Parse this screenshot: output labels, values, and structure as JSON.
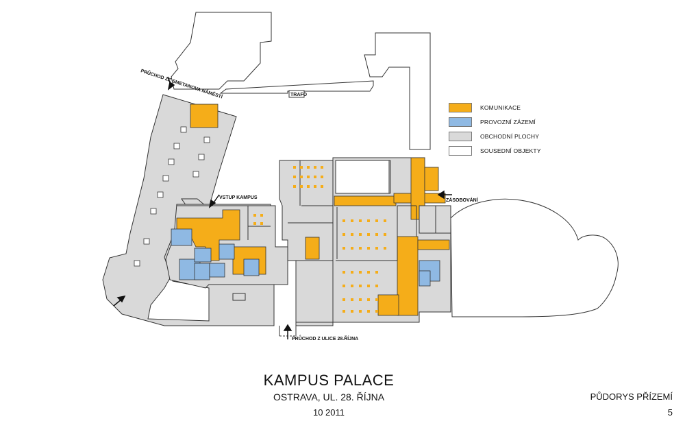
{
  "colors": {
    "komunikace": "#f5ad19",
    "provozni": "#8fb9e3",
    "obchodni": "#d9d9d9",
    "sousedni": "#ffffff",
    "line": "#333333"
  },
  "legend": [
    {
      "label": "KOMUNIKACE",
      "color": "#f5ad19"
    },
    {
      "label": "PROVOZNÍ ZÁZEMÍ",
      "color": "#8fb9e3"
    },
    {
      "label": "OBCHODNÍ PLOCHY",
      "color": "#d9d9d9"
    },
    {
      "label": "SOUSEDNÍ OBJEKTY",
      "color": "#ffffff"
    }
  ],
  "plan_labels": {
    "smetanovo": "PRŮCHOD ZE SMETANOVA NÁMĚSTÍ",
    "trafo": "TRAFO",
    "vstup": "VSTUP KAMPUS",
    "zasobovani": "ZÁSOBOVÁNÍ",
    "ulice": "PRŮCHOD Z ULICE 28.ŘÍJNA"
  },
  "title": {
    "main": "KAMPUS PALACE",
    "sub": "OSTRAVA, UL. 28. ŘÍJNA",
    "date": "10 2011"
  },
  "sheet": {
    "name": "PŮDORYS PŘÍZEMÍ",
    "number": "5"
  }
}
